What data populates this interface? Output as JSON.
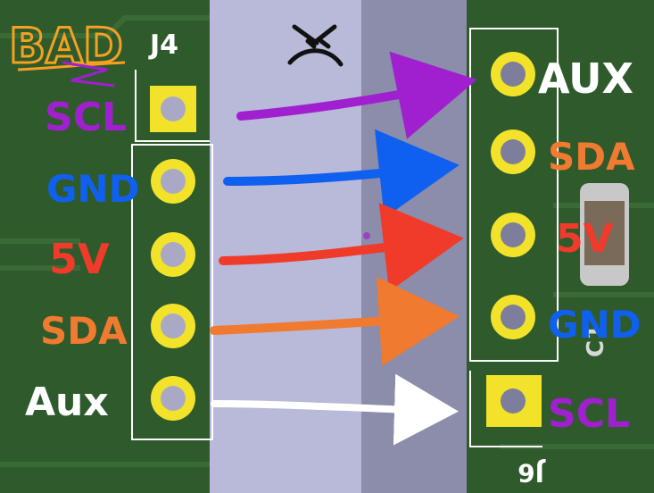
{
  "header": {
    "bad_label": "BAD",
    "connector_left": "J4",
    "connector_right": "J6",
    "component_label": "C1"
  },
  "left_pins": [
    "SCL",
    "GND",
    "5V",
    "SDA",
    "Aux"
  ],
  "right_pins": [
    "AUX",
    "SDA",
    "5V",
    "GND",
    "SCL"
  ],
  "colors": {
    "pcb": "#2e5a2c",
    "pad": "#f2e22a",
    "silkscreen": "#ffffff",
    "scl": "#a020d0",
    "gnd": "#1060f0",
    "v5": "#f03a2a",
    "sda": "#f07a30",
    "aux": "#ffffff",
    "bad": "#f4a020"
  },
  "icons": [
    "frown-face-icon",
    "arrow-icon"
  ]
}
